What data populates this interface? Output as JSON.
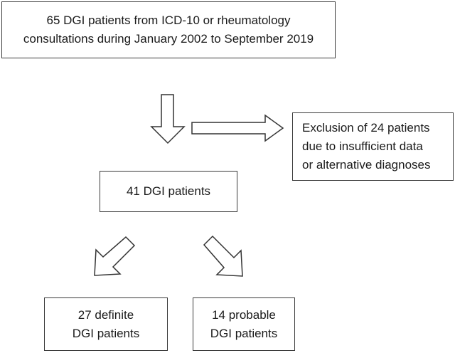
{
  "boxes": {
    "source": {
      "lines": [
        "65 DGI patients from ICD-10 or rheumatology",
        "consultations during January 2002 to September 2019"
      ]
    },
    "exclusion": {
      "lines": [
        "Exclusion of 24 patients",
        "due to insufficient data",
        "or alternative diagnoses"
      ]
    },
    "included": {
      "lines": [
        "41 DGI patients"
      ]
    },
    "definite": {
      "lines": [
        "27 definite",
        "DGI patients"
      ]
    },
    "probable": {
      "lines": [
        "14 probable",
        "DGI patients"
      ]
    }
  },
  "arrows": [
    "down-arrow",
    "right-arrow",
    "down-left-arrow",
    "down-right-arrow"
  ]
}
